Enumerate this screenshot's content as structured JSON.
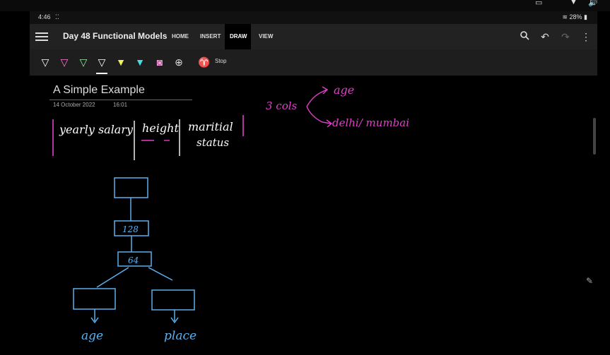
{
  "status": {
    "time": "4:46",
    "battery": "28%"
  },
  "app": {
    "doc_title": "Day 48 Functional Models",
    "tabs": [
      {
        "label": "HOME",
        "active": false
      },
      {
        "label": "INSERT",
        "active": false
      },
      {
        "label": "DRAW",
        "active": true
      },
      {
        "label": "VIEW",
        "active": false
      }
    ]
  },
  "toolbar": {
    "pens": [
      {
        "icon": "pen-white-icon",
        "color": "#ffffff"
      },
      {
        "icon": "pen-pink-icon",
        "color": "#ff7ad9"
      },
      {
        "icon": "pen-green-icon",
        "color": "#8fe8a0"
      },
      {
        "icon": "pen-white-selected-icon",
        "color": "#ffffff"
      },
      {
        "icon": "highlighter-yellow-icon",
        "color": "#f2f25a"
      },
      {
        "icon": "highlighter-cyan-icon",
        "color": "#40e0e0"
      },
      {
        "icon": "highlighter-pink-icon",
        "color": "#ff9ae0"
      }
    ],
    "stop_label": "Stop"
  },
  "page": {
    "title": "A Simple Example",
    "date": "14 October 2022",
    "time": "16:01"
  },
  "ink": {
    "columns": [
      "yearly salary",
      "height",
      "maritial",
      "status"
    ],
    "cols_note": "3 cols",
    "branch_top": "age",
    "branch_bottom": "delhi/ mumbai",
    "nodes": [
      "128",
      "64"
    ],
    "outputs": [
      "age",
      "place"
    ],
    "colors": {
      "white_ink": "#ffffff",
      "pink_ink": "#e040c8",
      "blue_ink": "#5bb0f0"
    }
  }
}
